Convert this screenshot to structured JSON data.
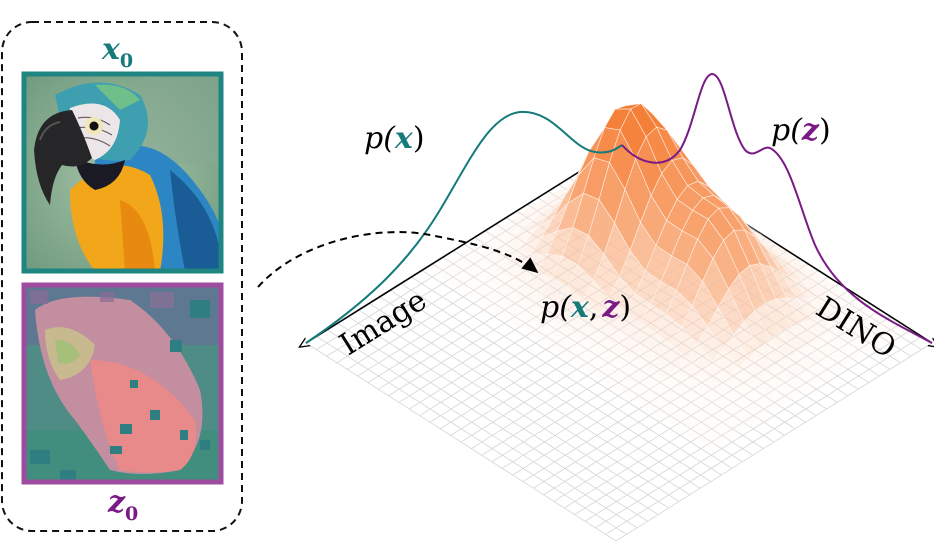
{
  "panel": {
    "image_label_sym": "x",
    "image_label_sub": "0",
    "dino_label_sym": "z",
    "dino_label_sub": "0",
    "image_frame_color": "#1e8581",
    "dino_frame_color": "#9d4c9f",
    "image_content": "parrot-photo",
    "dino_content": "dino-feature-map"
  },
  "plot": {
    "axis_left_label": "Image",
    "axis_right_label": "DINO",
    "px_p": "p(",
    "px_x": "x",
    "px_close": ")",
    "pz_p": "p(",
    "pz_z": "z",
    "pz_close": ")",
    "pxz_p": "p(",
    "pxz_x": "x",
    "pxz_comma": ",",
    "pxz_z": "z",
    "pxz_close": ")",
    "teal": "#157a7a",
    "purple": "#7a1a86",
    "surface_peak_color": "#f4792e",
    "grid_color": "#d9d9d9"
  }
}
